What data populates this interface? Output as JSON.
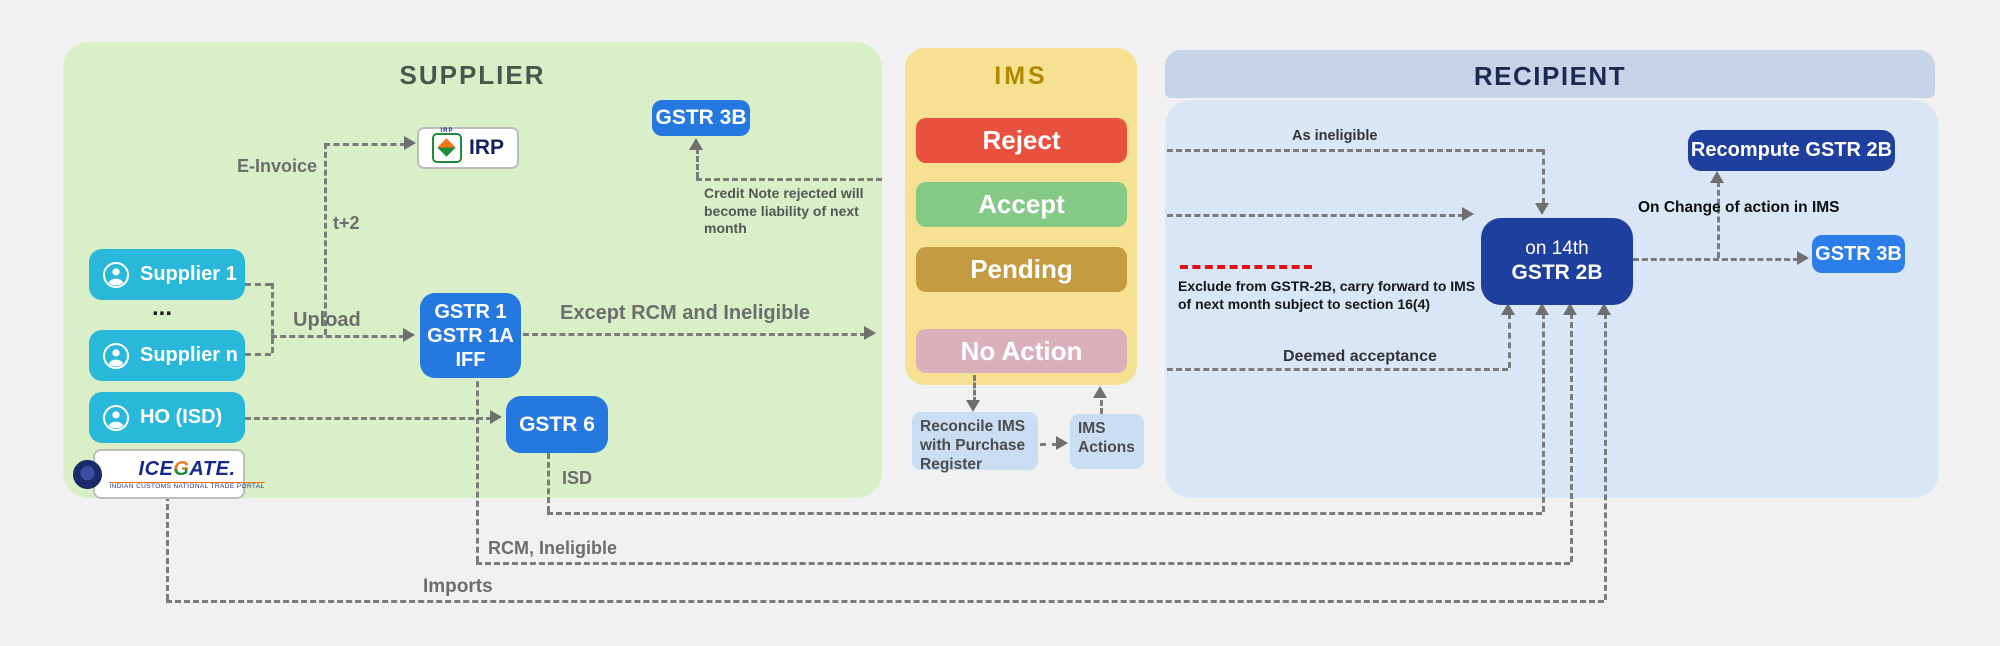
{
  "supplier": {
    "title": "SUPPLIER",
    "panel_color": "#d9efc7",
    "suppliers": [
      {
        "label": "Supplier 1"
      },
      {
        "label": "Supplier n"
      }
    ],
    "ellipsis": "...",
    "ho_label": "HO (ISD)",
    "icegate": {
      "p1": "ICE",
      "g": "G",
      "p2": "ATE.",
      "tagline": "INDIAN CUSTOMS NATIONAL TRADE PORTAL"
    },
    "irp": {
      "logo_text": "IRP",
      "label": "IRP"
    },
    "gstr3b": "GSTR 3B",
    "gstr1": {
      "l1": "GSTR 1",
      "l2": "GSTR 1A",
      "l3": "IFF"
    },
    "gstr6": "GSTR 6",
    "labels": {
      "e_invoice": "E-Invoice",
      "t2": "t+2",
      "upload": "Upload",
      "except": "Except RCM and Ineligible",
      "credit_note": "Credit Note rejected will become liability of next month",
      "isd": "ISD"
    }
  },
  "ims": {
    "title": "IMS",
    "panel_color": "#f6e092",
    "actions": [
      {
        "label": "Reject",
        "color": "#e8513e"
      },
      {
        "label": "Accept",
        "color": "#84c985"
      },
      {
        "label": "Pending",
        "color": "#c49b40"
      },
      {
        "label": "No Action",
        "color": "#dab1bb"
      }
    ],
    "reconcile": "Reconcile IMS with Purchase Register",
    "ims_actions": "IMS Actions"
  },
  "recipient": {
    "title": "RECIPIENT",
    "header_color": "#c7d3e7",
    "panel_color": "#d9e6f8",
    "as_ineligible": "As ineligible",
    "recompute": "Recompute GSTR 2B",
    "on_change": "On Change of action in IMS",
    "gstr2b": {
      "l1": "on 14th",
      "l2": "GSTR 2B"
    },
    "gstr3b": "GSTR 3B",
    "exclude_l1": "Exclude from GSTR-2B, carry forward to  IMS",
    "exclude_l2": "of next month subject to  section 16(4)",
    "deemed": "Deemed acceptance"
  },
  "flows": {
    "rcm": "RCM, Ineligible",
    "imports": "Imports"
  },
  "accents": {
    "node_blue": "#2478e0",
    "navy": "#1f3f9e",
    "bright_blue": "#2b7de9",
    "cyan": "#29b8da",
    "line_gray": "#7b7b7b",
    "red_dash": "#e31010"
  }
}
